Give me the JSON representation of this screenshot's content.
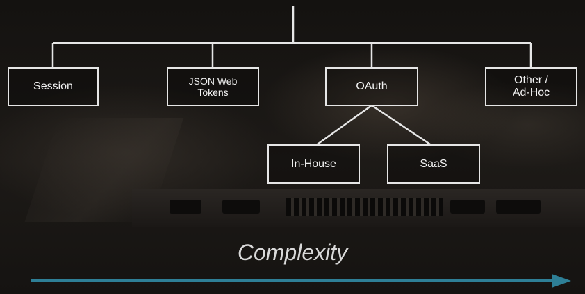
{
  "diagram": {
    "nodes": {
      "session": "Session",
      "jwt_line1": "JSON Web",
      "jwt_line2": "Tokens",
      "oauth": "OAuth",
      "other_line1": "Other /",
      "other_line2": "Ad-Hoc",
      "inhouse": "In-House",
      "saas": "SaaS"
    },
    "axis_label": "Complexity",
    "colors": {
      "box_border": "#e6e6e6",
      "connector": "#e6e6e6",
      "arrow": "#2e7f96",
      "text": "#f2f2f2"
    }
  }
}
